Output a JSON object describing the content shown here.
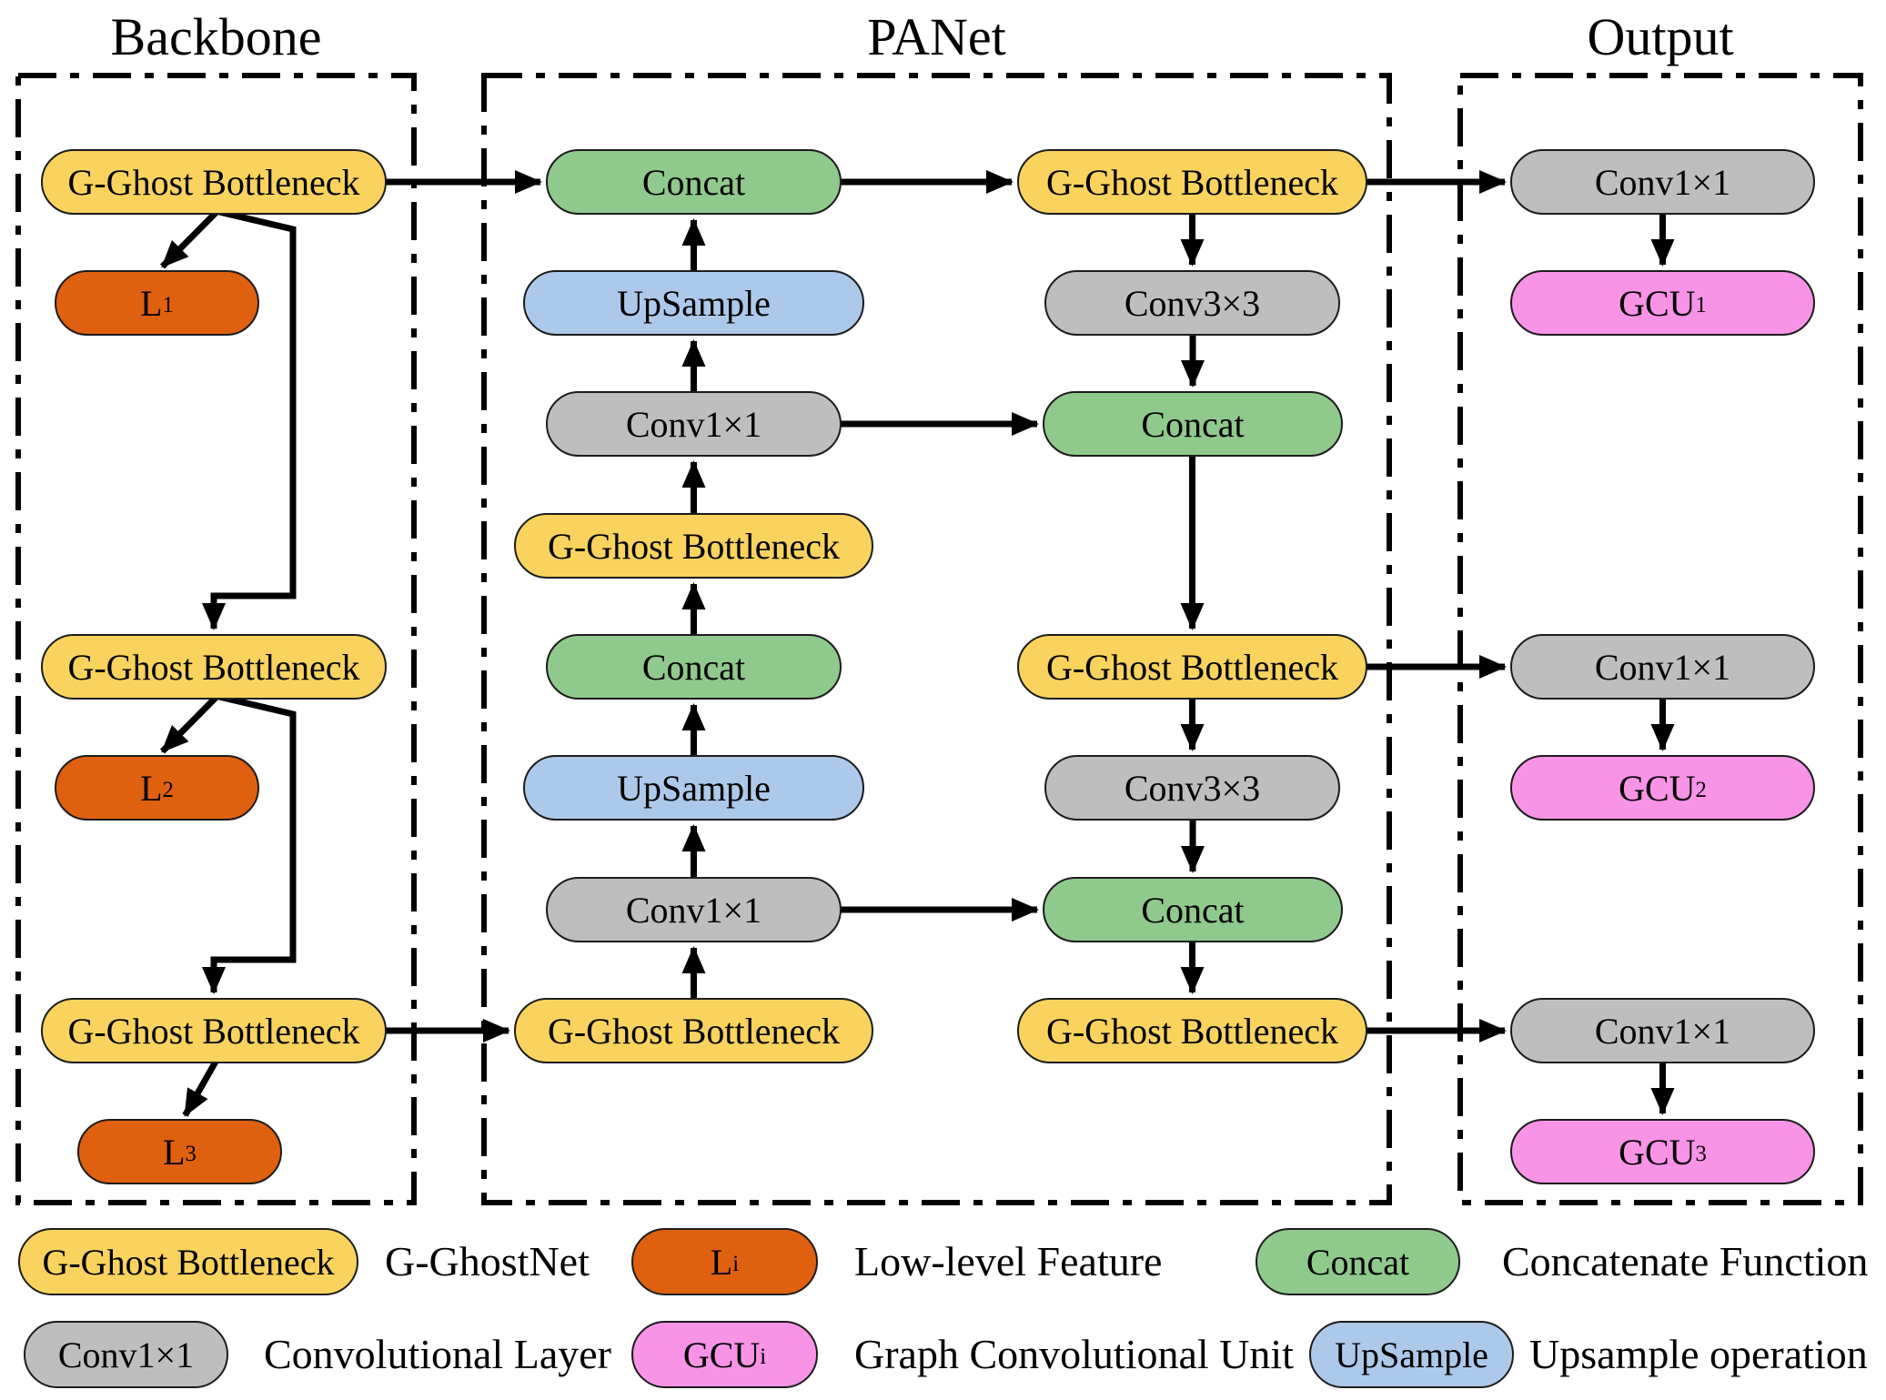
{
  "sections": {
    "backbone": {
      "title": "Backbone"
    },
    "panet": {
      "title": "PANet"
    },
    "output": {
      "title": "Output"
    }
  },
  "colors": {
    "yellow": "#F9D35E",
    "orange": "#DF600F",
    "green": "#90C98C",
    "blue": "#ADC9EA",
    "gray": "#BEBEBE",
    "pink": "#F893E5",
    "line": "#000000"
  },
  "nodes": [
    {
      "id": "bb-ggb-1",
      "section": "backbone",
      "kind": "yellow",
      "label": "G-Ghost Bottleneck"
    },
    {
      "id": "bb-l1",
      "section": "backbone",
      "kind": "orange",
      "label": "L",
      "sub": "1"
    },
    {
      "id": "bb-ggb-2",
      "section": "backbone",
      "kind": "yellow",
      "label": "G-Ghost Bottleneck"
    },
    {
      "id": "bb-l2",
      "section": "backbone",
      "kind": "orange",
      "label": "L",
      "sub": "2"
    },
    {
      "id": "bb-ggb-3",
      "section": "backbone",
      "kind": "yellow",
      "label": "G-Ghost Bottleneck"
    },
    {
      "id": "bb-l3",
      "section": "backbone",
      "kind": "orange",
      "label": "L",
      "sub": "3"
    },
    {
      "id": "pa-concat-1",
      "section": "panet",
      "kind": "green",
      "label": "Concat"
    },
    {
      "id": "pa-upsample-1",
      "section": "panet",
      "kind": "blue",
      "label": "UpSample"
    },
    {
      "id": "pa-conv1-1",
      "section": "panet",
      "kind": "gray",
      "label": "Conv1×1"
    },
    {
      "id": "pa-ggb-m1",
      "section": "panet",
      "kind": "yellow",
      "label": "G-Ghost Bottleneck"
    },
    {
      "id": "pa-concat-2",
      "section": "panet",
      "kind": "green",
      "label": "Concat"
    },
    {
      "id": "pa-upsample-2",
      "section": "panet",
      "kind": "blue",
      "label": "UpSample"
    },
    {
      "id": "pa-conv1-2",
      "section": "panet",
      "kind": "gray",
      "label": "Conv1×1"
    },
    {
      "id": "pa-ggb-m2",
      "section": "panet",
      "kind": "yellow",
      "label": "G-Ghost Bottleneck"
    },
    {
      "id": "pa-ggb-r1",
      "section": "panet",
      "kind": "yellow",
      "label": "G-Ghost Bottleneck"
    },
    {
      "id": "pa-conv3-1",
      "section": "panet",
      "kind": "gray",
      "label": "Conv3×3"
    },
    {
      "id": "pa-concat-r1",
      "section": "panet",
      "kind": "green",
      "label": "Concat"
    },
    {
      "id": "pa-ggb-r2",
      "section": "panet",
      "kind": "yellow",
      "label": "G-Ghost Bottleneck"
    },
    {
      "id": "pa-conv3-2",
      "section": "panet",
      "kind": "gray",
      "label": "Conv3×3"
    },
    {
      "id": "pa-concat-r2",
      "section": "panet",
      "kind": "green",
      "label": "Concat"
    },
    {
      "id": "pa-ggb-r3",
      "section": "panet",
      "kind": "yellow",
      "label": "G-Ghost Bottleneck"
    },
    {
      "id": "out-conv1-1",
      "section": "output",
      "kind": "gray",
      "label": "Conv1×1"
    },
    {
      "id": "out-gcu-1",
      "section": "output",
      "kind": "pink",
      "label": "GCU",
      "sub": "1"
    },
    {
      "id": "out-conv1-2",
      "section": "output",
      "kind": "gray",
      "label": "Conv1×1"
    },
    {
      "id": "out-gcu-2",
      "section": "output",
      "kind": "pink",
      "label": "GCU",
      "sub": "2"
    },
    {
      "id": "out-conv1-3",
      "section": "output",
      "kind": "gray",
      "label": "Conv1×1"
    },
    {
      "id": "out-gcu-3",
      "section": "output",
      "kind": "pink",
      "label": "GCU",
      "sub": "3"
    }
  ],
  "edges": [
    {
      "from": "bb-ggb-1",
      "to": "pa-concat-1",
      "type": "h"
    },
    {
      "from": "pa-concat-1",
      "to": "pa-ggb-r1",
      "type": "h"
    },
    {
      "from": "pa-ggb-r1",
      "to": "out-conv1-1",
      "type": "h"
    },
    {
      "from": "pa-conv1-1",
      "to": "pa-concat-r1",
      "type": "h"
    },
    {
      "from": "pa-ggb-r2",
      "to": "out-conv1-2",
      "type": "h"
    },
    {
      "from": "pa-conv1-2",
      "to": "pa-concat-r2",
      "type": "h"
    },
    {
      "from": "bb-ggb-3",
      "to": "pa-ggb-m2",
      "type": "h"
    },
    {
      "from": "pa-ggb-r3",
      "to": "out-conv1-3",
      "type": "h"
    },
    {
      "from": "out-conv1-1",
      "to": "out-gcu-1",
      "type": "down"
    },
    {
      "from": "pa-ggb-r1",
      "to": "pa-conv3-1",
      "type": "down"
    },
    {
      "from": "pa-conv3-1",
      "to": "pa-concat-r1",
      "type": "down"
    },
    {
      "from": "pa-concat-r1",
      "to": "pa-ggb-r2",
      "type": "down"
    },
    {
      "from": "pa-ggb-r2",
      "to": "pa-conv3-2",
      "type": "down"
    },
    {
      "from": "pa-conv3-2",
      "to": "pa-concat-r2",
      "type": "down"
    },
    {
      "from": "pa-concat-r2",
      "to": "pa-ggb-r3",
      "type": "down"
    },
    {
      "from": "out-conv1-2",
      "to": "out-gcu-2",
      "type": "down"
    },
    {
      "from": "out-conv1-3",
      "to": "out-gcu-3",
      "type": "down"
    },
    {
      "from": "pa-ggb-m2",
      "to": "pa-conv1-2",
      "type": "up"
    },
    {
      "from": "pa-conv1-2",
      "to": "pa-upsample-2",
      "type": "up"
    },
    {
      "from": "pa-upsample-2",
      "to": "pa-concat-2",
      "type": "up"
    },
    {
      "from": "pa-concat-2",
      "to": "pa-ggb-m1",
      "type": "up"
    },
    {
      "from": "pa-ggb-m1",
      "to": "pa-conv1-1",
      "type": "up"
    },
    {
      "from": "pa-conv1-1",
      "to": "pa-upsample-1",
      "type": "up"
    },
    {
      "from": "pa-upsample-1",
      "to": "pa-concat-1",
      "type": "up"
    },
    {
      "from": "bb-ggb-1",
      "to": "bb-l1",
      "type": "diag"
    },
    {
      "from": "bb-ggb-2",
      "to": "bb-l2",
      "type": "diag"
    },
    {
      "from": "bb-ggb-3",
      "to": "bb-l3",
      "type": "diag"
    },
    {
      "from": "bb-ggb-1",
      "to": "bb-ggb-2",
      "type": "skip"
    },
    {
      "from": "bb-ggb-2",
      "to": "bb-ggb-3",
      "type": "skip"
    }
  ],
  "legend": [
    {
      "kind": "yellow",
      "label": "G-Ghost Bottleneck",
      "desc": "G-GhostNet"
    },
    {
      "kind": "orange",
      "label": "L",
      "sub": "i",
      "desc": "Low-level Feature"
    },
    {
      "kind": "green",
      "label": "Concat",
      "desc": "Concatenate Function"
    },
    {
      "kind": "gray",
      "label": "Conv1×1",
      "desc": "Convolutional Layer"
    },
    {
      "kind": "pink",
      "label": "GCU",
      "sub": "i",
      "desc": "Graph Convolutional Unit"
    },
    {
      "kind": "blue",
      "label": "UpSample",
      "desc": "Upsample operation"
    }
  ]
}
